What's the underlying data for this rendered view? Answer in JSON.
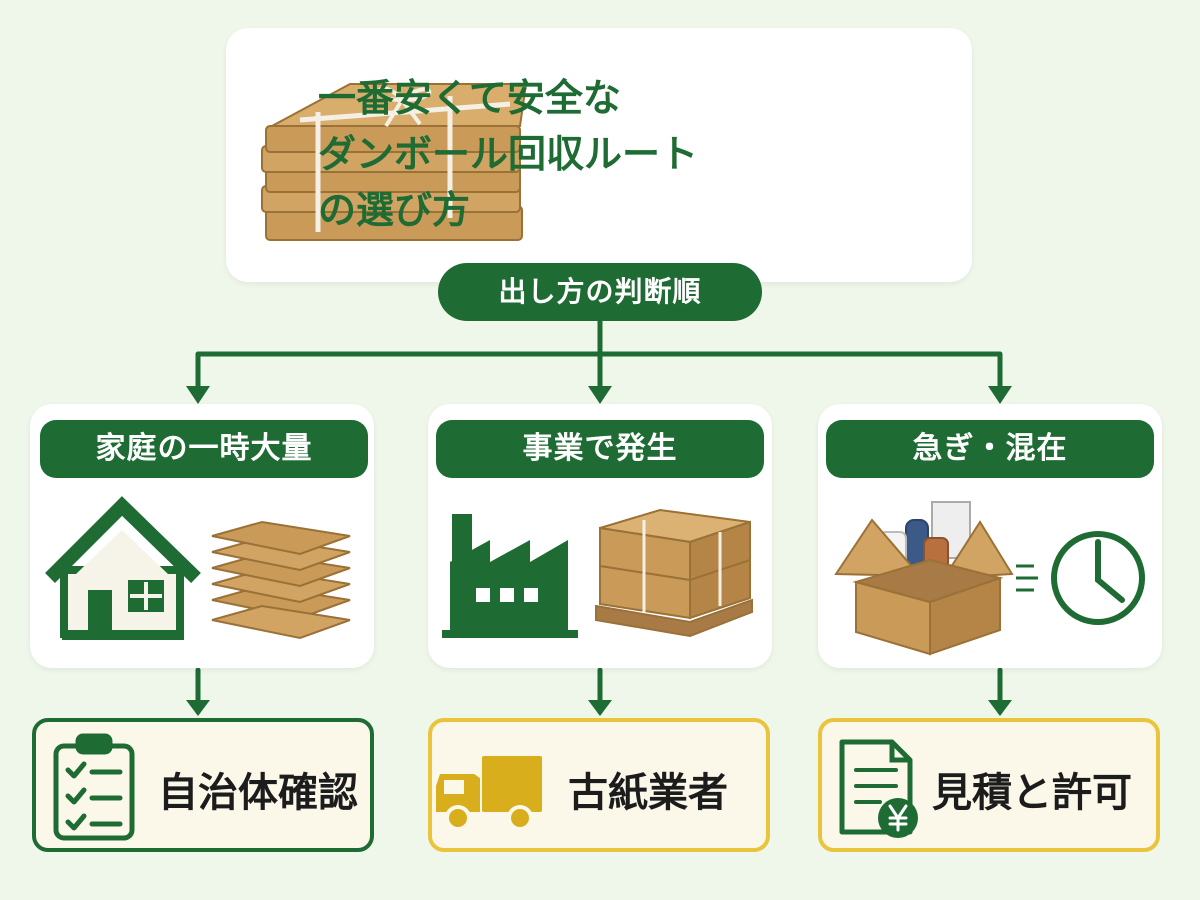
{
  "title": {
    "lines": [
      "一番安くて安全な",
      "ダンボール回収ルート",
      "の選び方"
    ]
  },
  "root_label": "出し方の判断順",
  "categories": [
    {
      "label": "家庭の一時大量",
      "icons": [
        "house-icon",
        "cardboard-stack-icon"
      ]
    },
    {
      "label": "事業で発生",
      "icons": [
        "factory-icon",
        "pallet-boxes-icon"
      ]
    },
    {
      "label": "急ぎ・混在",
      "icons": [
        "mixed-box-icon",
        "clock-icon"
      ]
    }
  ],
  "results": [
    {
      "label": "自治体確認",
      "icon": "clipboard-checklist-icon",
      "border_color": "#1e6b34"
    },
    {
      "label": "古紙業者",
      "icon": "truck-icon",
      "border_color": "#e9c43c"
    },
    {
      "label": "見積と許可",
      "icon": "yen-document-icon",
      "border_color": "#e9c43c"
    }
  ],
  "colors": {
    "primary_green": "#1e6b34",
    "gold": "#e9c43c",
    "cardboard": "#c99a58",
    "background": "#eef7ea"
  }
}
